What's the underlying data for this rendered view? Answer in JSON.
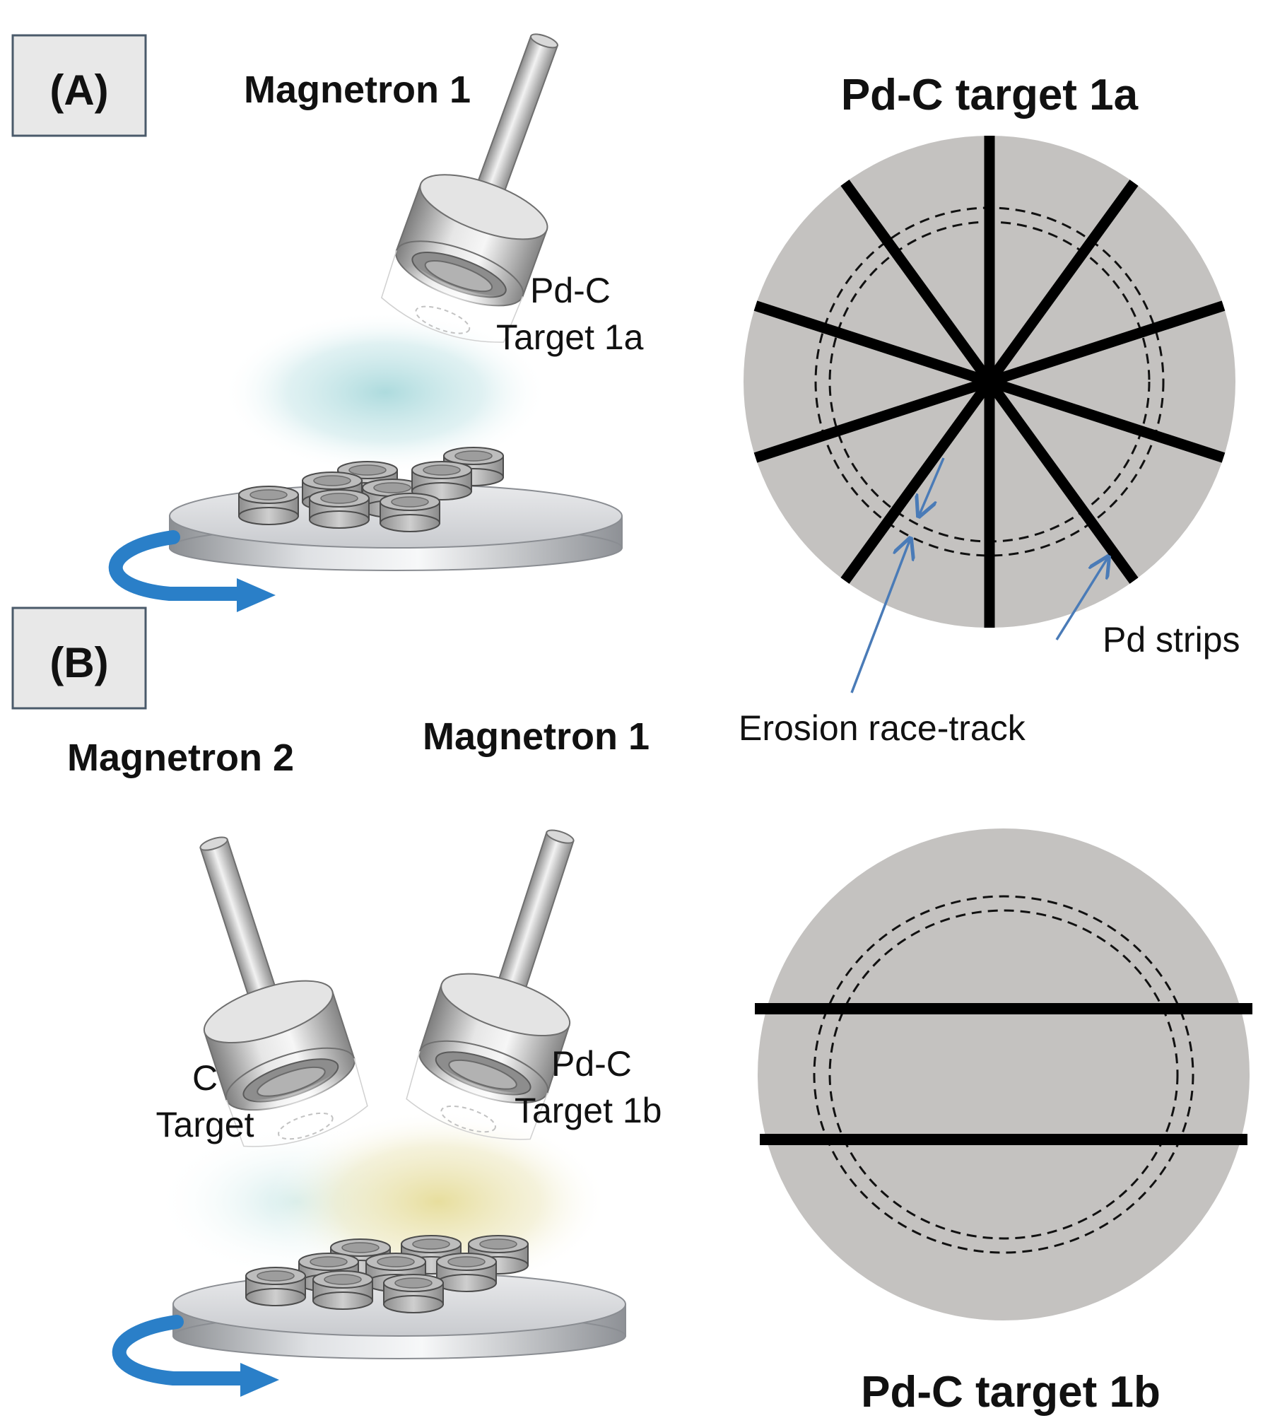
{
  "panel_a": {
    "tag": "(A)",
    "magnetron_1_label": "Magnetron 1",
    "target_label_line1": "Pd-C",
    "target_label_line2": "Target 1a"
  },
  "panel_b": {
    "tag": "(B)",
    "magnetron_2_label": "Magnetron 2",
    "magnetron_1_label": "Magnetron 1",
    "c_target_line1": "C",
    "c_target_line2": "Target",
    "pdc_target_line1": "Pd-C",
    "pdc_target_line2": "Target 1b"
  },
  "target_1a": {
    "title": "Pd-C target 1a",
    "strip_count": 10,
    "strips_label": "Pd strips",
    "racetrack_label": "Erosion race-track"
  },
  "target_1b": {
    "title": "Pd-C target 1b",
    "strip_count": 2
  },
  "colors": {
    "target_disc": "#c4c2c0",
    "strip": "#000000",
    "arrow": "#4a7bb7",
    "rotation_arrow": "#2a7fc8",
    "plasma_a": "#a9d9dc",
    "plasma_b": "#e6dc98"
  },
  "icons": [
    "magnetron-icon",
    "substrate-holder-icon",
    "rotation-arrow-icon",
    "sample-icon"
  ]
}
